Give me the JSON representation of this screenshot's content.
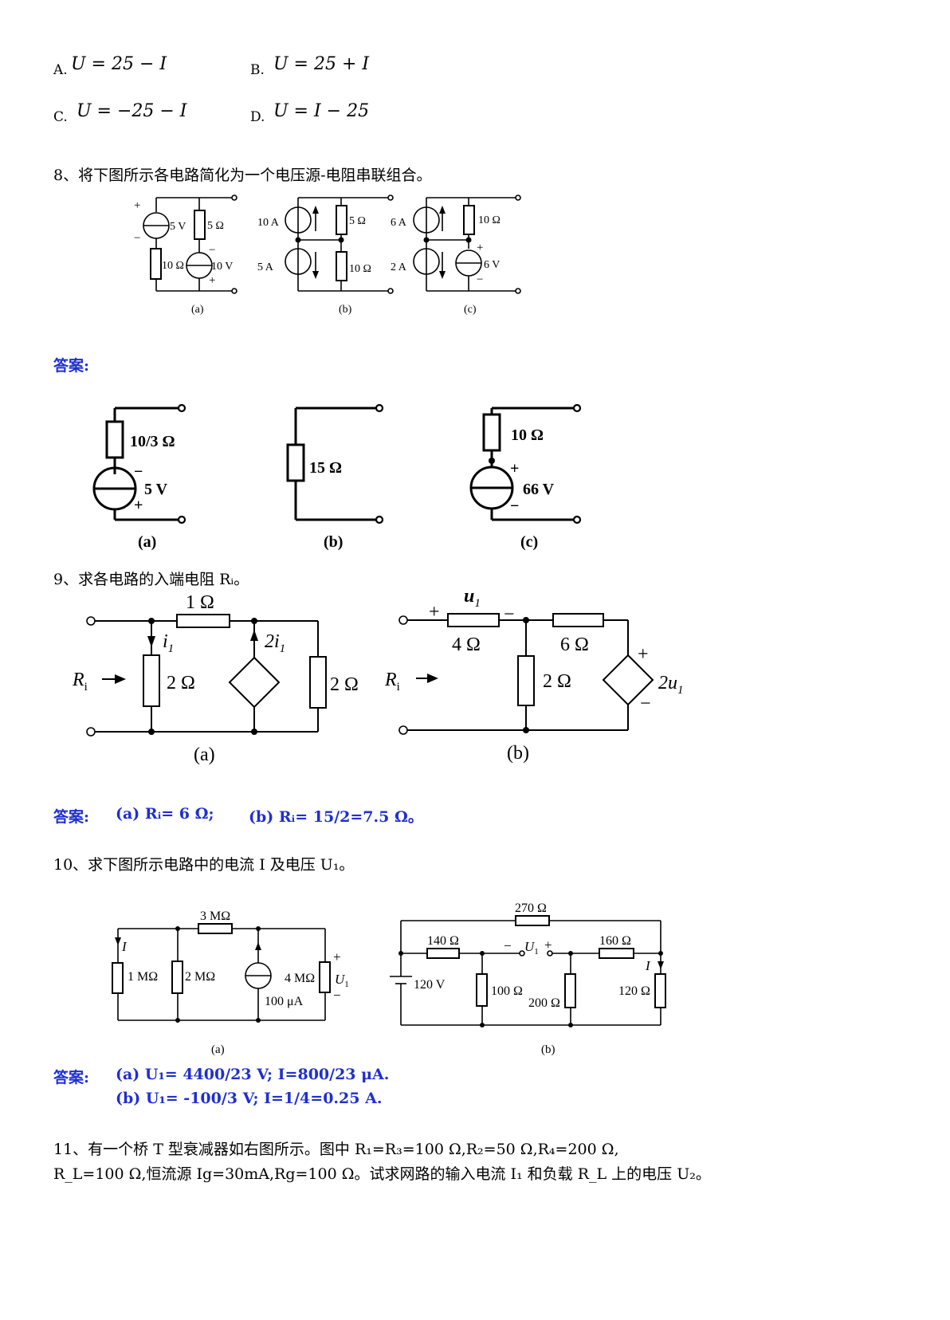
{
  "q7": {
    "options": [
      {
        "letter": "A.",
        "expr": "U = 25 − I"
      },
      {
        "letter": "B.",
        "expr": "U = 25 + I"
      },
      {
        "letter": "C.",
        "expr": "U = −25 − I"
      },
      {
        "letter": "D.",
        "expr": "U = I − 25"
      }
    ]
  },
  "q8": {
    "text": "8、将下图所示各电路简化为一个电压源-电阻串联组合。",
    "fig_a": {
      "v1": "5 V",
      "r1": "5 Ω",
      "r2": "10 Ω",
      "v2": "10 V",
      "caption": "(a)"
    },
    "fig_b": {
      "i1": "10 A",
      "r1": "5 Ω",
      "i2": "5 A",
      "r2": "10 Ω",
      "caption": "(b)"
    },
    "fig_c": {
      "i1": "6 A",
      "r1": "10 Ω",
      "i2": "2 A",
      "v": "6 V",
      "caption": "(c)"
    },
    "answer_label": "答案:",
    "answer_figs": {
      "a": {
        "r": "10/3 Ω",
        "v": "5 V",
        "caption": "(a)"
      },
      "b": {
        "r": "15 Ω",
        "caption": "(b)"
      },
      "c": {
        "r": "10 Ω",
        "v": "66 V",
        "caption": "(c)"
      }
    }
  },
  "q9": {
    "text": "9、求各电路的入端电阻 Rᵢ。",
    "fig_a": {
      "r_top": "1 Ω",
      "i": "i",
      "i_sub": "1",
      "dep": "2i",
      "dep_sub": "1",
      "r_mid": "2 Ω",
      "r_right": "2 Ω",
      "ri": "R",
      "ri_sub": "i",
      "caption": "(a)"
    },
    "fig_b": {
      "u": "u",
      "u_sub": "1",
      "r1": "4 Ω",
      "r2": "6 Ω",
      "r3": "2 Ω",
      "dep": "2u",
      "dep_sub": "1",
      "ri": "R",
      "ri_sub": "i",
      "caption": "(b)"
    },
    "answer_label": "答案:",
    "answer_a": "(a) Rᵢ= 6 Ω;",
    "answer_b": "(b) Rᵢ= 15/2=7.5 Ω。"
  },
  "q10": {
    "text": "10、求下图所示电路中的电流 I 及电压 U₁。",
    "fig_a": {
      "r_top": "3 MΩ",
      "r1": "1 MΩ",
      "r2": "2 MΩ",
      "r3": "4 MΩ",
      "src": "100 μA",
      "i": "I",
      "u": "U",
      "u_sub": "1",
      "caption": "(a)"
    },
    "fig_b": {
      "r_top": "270 Ω",
      "r1": "140 Ω",
      "r2": "160 Ω",
      "r3": "100 Ω",
      "r4": "200 Ω",
      "r5": "120 Ω",
      "src": "120 V",
      "i": "I",
      "u": "U",
      "u_sub": "1",
      "caption": "(b)"
    },
    "answer_label": "答案:",
    "answer_a": "(a) U₁= 4400/23  V;  I=800/23  μA.",
    "answer_b": "(b) U₁= -100/3  V;  I=1/4=0.25 A."
  },
  "q11": {
    "line1": "11、有一个桥 T 型衰减器如右图所示。图中 R₁=R₃=100 Ω,R₂=50 Ω,R₄=200 Ω,",
    "line2": "R_L=100 Ω,恒流源 Ig=30mA,Rg=100 Ω。试求网路的输入电流 I₁ 和负载 R_L 上的电压 U₂。"
  }
}
